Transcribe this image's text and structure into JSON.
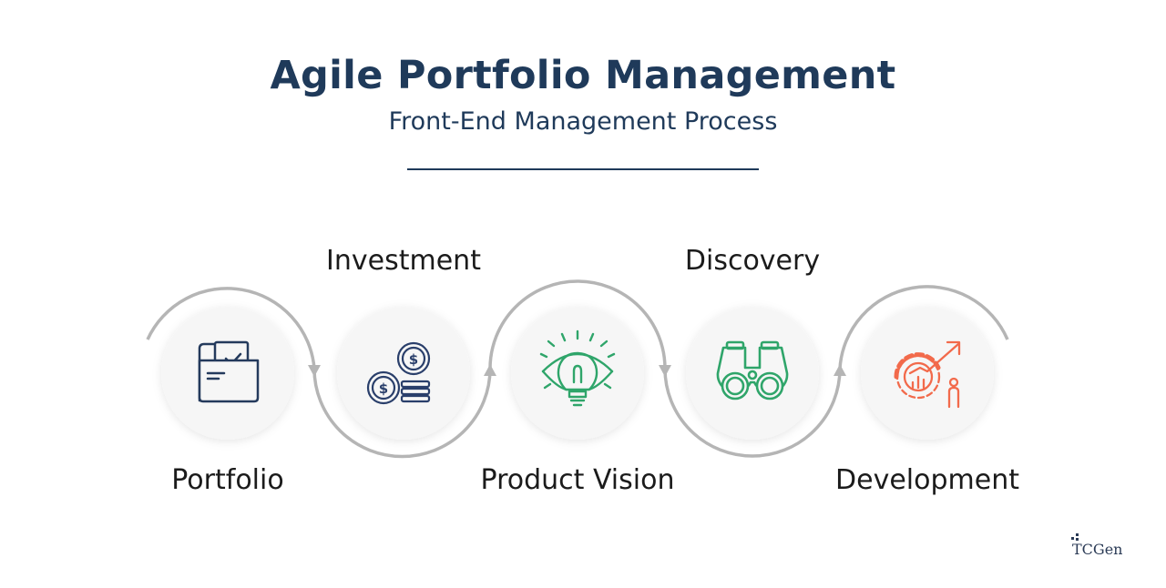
{
  "header": {
    "title": "Agile Portfolio Management",
    "subtitle": "Front-End Management Process"
  },
  "steps": [
    {
      "label": "Portfolio",
      "icon": "folder-icon",
      "color": "#243a5c"
    },
    {
      "label": "Investment",
      "icon": "coins-icon",
      "color": "#2a3f6b"
    },
    {
      "label": "Product Vision",
      "icon": "lightbulb-eye-icon",
      "color": "#2fa56a"
    },
    {
      "label": "Discovery",
      "icon": "binoculars-icon",
      "color": "#2fa56a"
    },
    {
      "label": "Development",
      "icon": "gear-growth-icon",
      "color": "#f26a4b"
    }
  ],
  "brand": {
    "name": "TCGen"
  },
  "colors": {
    "title": "#1f3a5a",
    "arc": "#b5b5b5",
    "circle": "#f6f6f6"
  }
}
